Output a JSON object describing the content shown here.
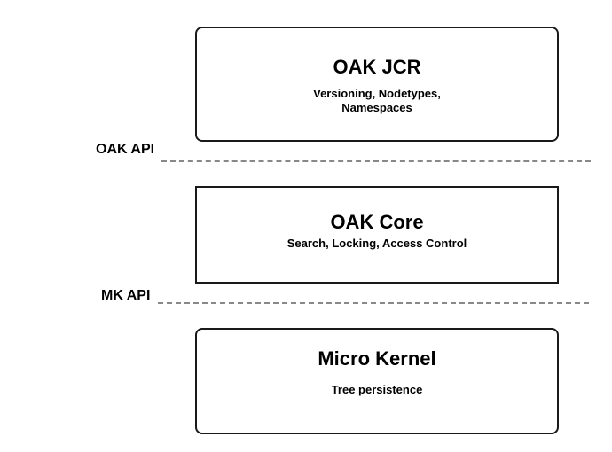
{
  "layers": [
    {
      "title": "OAK JCR",
      "description": "Versioning, Nodetypes,\nNamespaces"
    },
    {
      "title": "OAK Core",
      "description": "Search, Locking, Access Control"
    },
    {
      "title": "Micro Kernel",
      "description": "Tree persistence"
    }
  ],
  "apis": [
    {
      "label": "OAK API"
    },
    {
      "label": "MK API"
    }
  ],
  "colors": {
    "box_border": "#1a1a1a",
    "dashed_line": "#888888",
    "text": "#000000",
    "background": "#ffffff"
  }
}
